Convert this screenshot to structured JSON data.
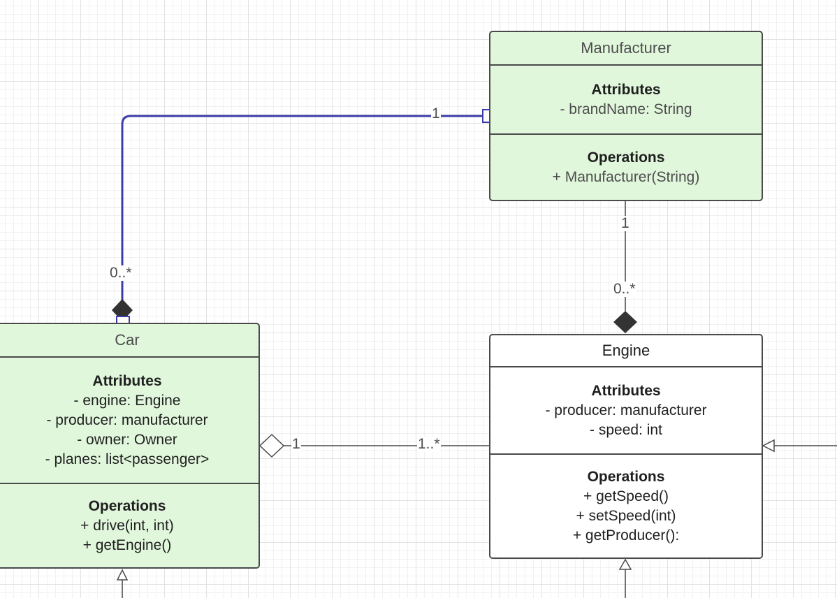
{
  "classes": {
    "manufacturer": {
      "name": "Manufacturer",
      "attributes_title": "Attributes",
      "attributes": [
        "- brandName: String"
      ],
      "operations_title": "Operations",
      "operations": [
        "+ Manufacturer(String)"
      ]
    },
    "car": {
      "name": "Car",
      "attributes_title": "Attributes",
      "attributes": [
        "- engine: Engine",
        "- producer: manufacturer",
        "- owner: Owner",
        "- planes: list<passenger>"
      ],
      "operations_title": "Operations",
      "operations": [
        "+ drive(int, int)",
        "+ getEngine()"
      ]
    },
    "engine": {
      "name": "Engine",
      "attributes_title": "Attributes",
      "attributes": [
        "- producer: manufacturer",
        "- speed: int"
      ],
      "operations_title": "Operations",
      "operations": [
        "+ getSpeed()",
        "+ setSpeed(int)",
        "+ getProducer():"
      ]
    }
  },
  "relationships": {
    "car_manufacturer": {
      "type": "composition",
      "source_multiplicity": "1",
      "target_multiplicity": "0..*"
    },
    "manufacturer_engine": {
      "type": "composition",
      "source_multiplicity": "1",
      "target_multiplicity": "0..*"
    },
    "car_engine": {
      "type": "aggregation",
      "source_multiplicity": "1",
      "target_multiplicity": "1..*"
    },
    "engine_right": {
      "type": "generalization"
    },
    "engine_bottom": {
      "type": "generalization"
    },
    "car_bottom": {
      "type": "generalization"
    }
  },
  "colors": {
    "class_fill": "#e1f7dc",
    "selected_connector": "#3b3ea8",
    "connector": "#4a4a4a"
  }
}
